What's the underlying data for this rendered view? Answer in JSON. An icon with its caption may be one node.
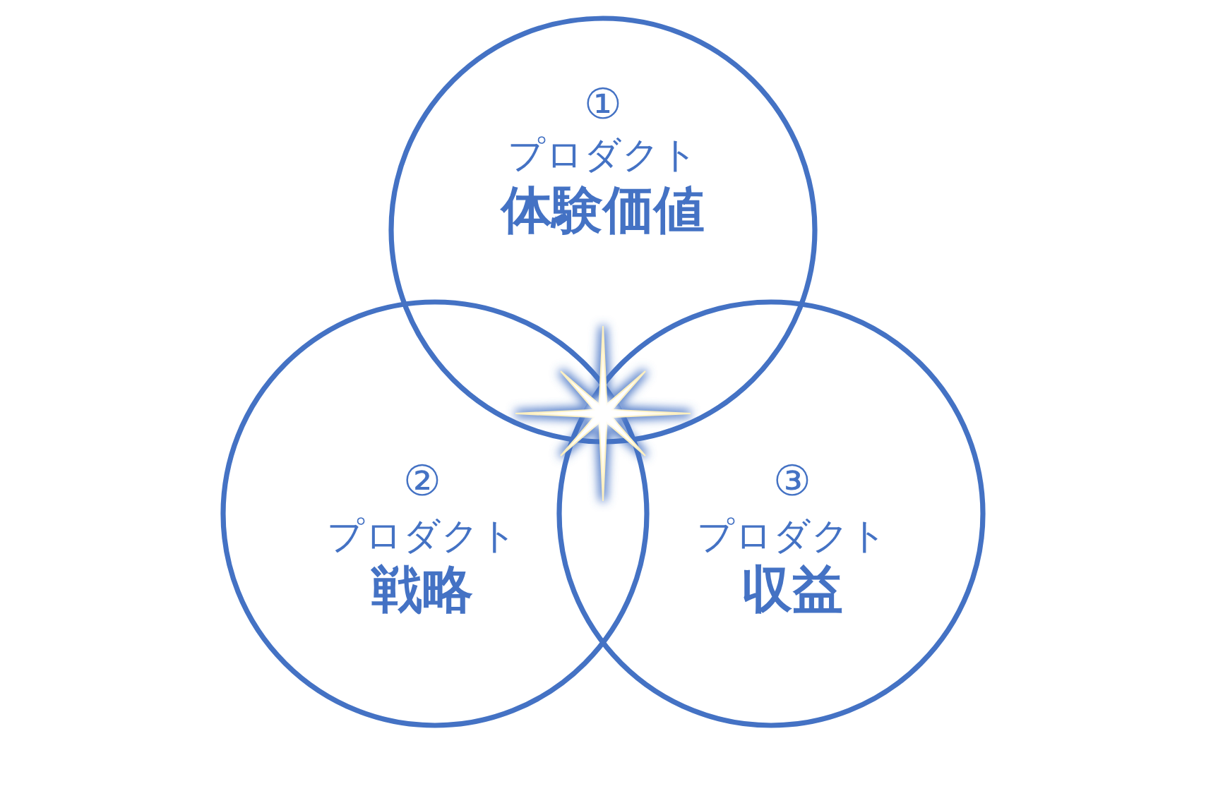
{
  "diagram": {
    "nodes": [
      {
        "text": [
          "①",
          "プロダクト",
          "体験価値"
        ]
      },
      {
        "text": [
          "②",
          "プロダクト",
          "戦略"
        ]
      },
      {
        "text": [
          "③",
          "プロダクト",
          "収益"
        ]
      }
    ]
  }
}
